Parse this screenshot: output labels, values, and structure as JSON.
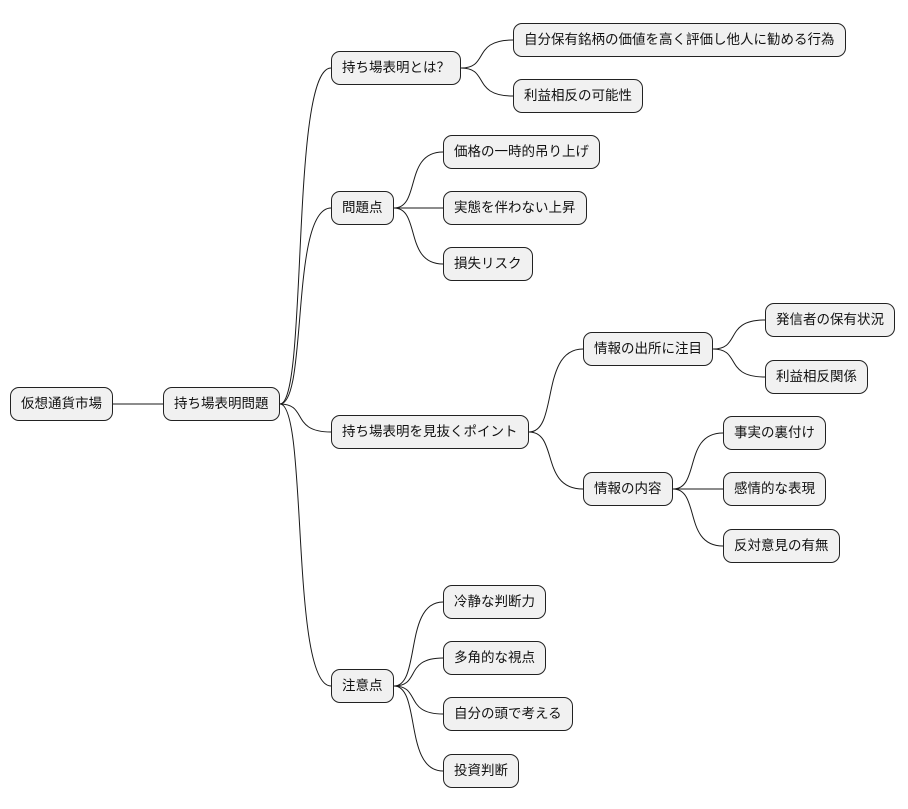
{
  "mindmap": {
    "root": "仮想通貨市場",
    "topic": "持ち場表明問題",
    "branches": [
      {
        "label": "持ち場表明とは？",
        "children": [
          {
            "label": "自分保有銘柄の価値を高く評価し他人に勧める行為"
          },
          {
            "label": "利益相反の可能性"
          }
        ]
      },
      {
        "label": "問題点",
        "children": [
          {
            "label": "価格の一時的吊り上げ"
          },
          {
            "label": "実態を伴わない上昇"
          },
          {
            "label": "損失リスク"
          }
        ]
      },
      {
        "label": "持ち場表明を見抜くポイント",
        "children": [
          {
            "label": "情報の出所に注目",
            "children": [
              {
                "label": "発信者の保有状況"
              },
              {
                "label": "利益相反関係"
              }
            ]
          },
          {
            "label": "情報の内容",
            "children": [
              {
                "label": "事実の裏付け"
              },
              {
                "label": "感情的な表現"
              },
              {
                "label": "反対意見の有無"
              }
            ]
          }
        ]
      },
      {
        "label": "注意点",
        "children": [
          {
            "label": "冷静な判断力"
          },
          {
            "label": "多角的な視点"
          },
          {
            "label": "自分の頭で考える"
          },
          {
            "label": "投資判断"
          }
        ]
      }
    ]
  }
}
